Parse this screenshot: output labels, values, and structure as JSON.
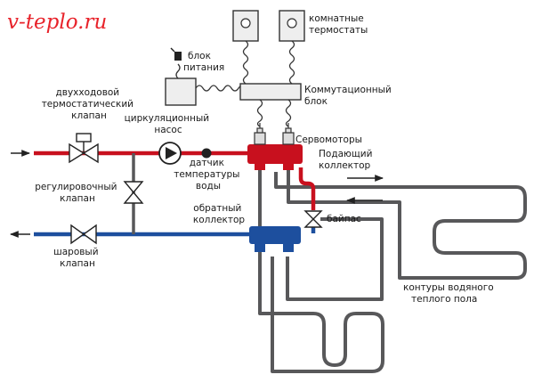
{
  "watermark": {
    "text": "v-teplo.ru",
    "color": "#e8222a"
  },
  "labels": {
    "room_thermostats": [
      "комнатные",
      "термостаты"
    ],
    "power_supply": [
      "блок",
      "питания"
    ],
    "switch_block": [
      "Коммутационный",
      "блок"
    ],
    "two_way_valve": [
      "двухходовой",
      "термостатический",
      "клапан"
    ],
    "circ_pump": [
      "циркуляционный",
      "насос"
    ],
    "servo_motors": [
      "Сервомоторы"
    ],
    "supply_manifold": [
      "Подающий",
      "коллектор"
    ],
    "temp_sensor": [
      "датчик",
      "температуры",
      "воды"
    ],
    "adjust_valve": [
      "регулировочный",
      "клапан"
    ],
    "return_manifold": [
      "обратный",
      "коллектор"
    ],
    "bypass": [
      "байпас"
    ],
    "ball_valve": [
      "шаровый",
      "клапан"
    ],
    "floor_loops": [
      "контуры водяного",
      "теплого пола"
    ]
  },
  "colors": {
    "supply": "#c8101e",
    "return": "#1d4f9e",
    "loop": "#58585a",
    "device_fill": "#eeeeee",
    "line": "#3a3a3a"
  },
  "icons": {
    "valve": "bowtie-valve-icon",
    "pump": "pump-icon",
    "plug": "power-plug-icon",
    "arrow": "flow-arrow-icon"
  }
}
